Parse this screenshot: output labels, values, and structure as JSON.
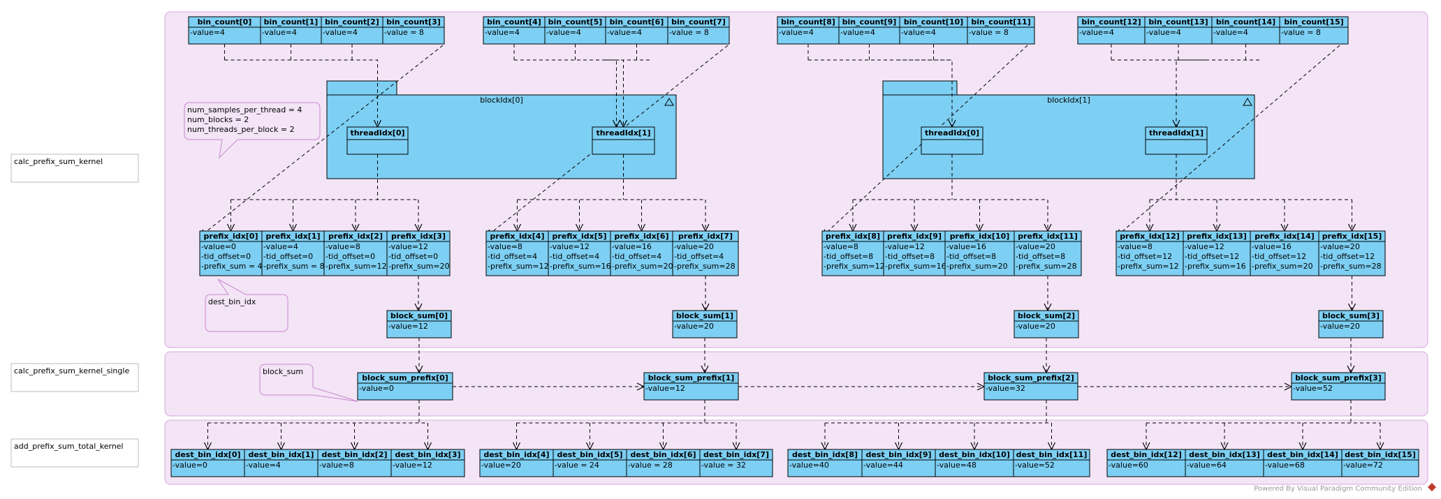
{
  "kernels": {
    "calc": "calc_prefix_sum_kernel",
    "single": "calc_prefix_sum_kernel_single",
    "add": "add_prefix_sum_total_kernel"
  },
  "note_params": [
    "num_samples_per_thread = 4",
    "num_blocks = 2",
    "num_threads_per_block = 2"
  ],
  "note_dest": "dest_bin_idx",
  "note_block_sum": "block_sum",
  "blocks": [
    "blockIdx[0]",
    "blockIdx[1]"
  ],
  "threads": [
    "threadIdx[0]",
    "threadIdx[1]",
    "threadIdx[0]",
    "threadIdx[1]"
  ],
  "bin_count": [
    {
      "name": "bin_count[0]",
      "attrs": [
        "-value=4"
      ]
    },
    {
      "name": "bin_count[1]",
      "attrs": [
        "-value=4"
      ]
    },
    {
      "name": "bin_count[2]",
      "attrs": [
        "-value=4"
      ]
    },
    {
      "name": "bin_count[3]",
      "attrs": [
        "-value = 8"
      ]
    },
    {
      "name": "bin_count[4]",
      "attrs": [
        "-value=4"
      ]
    },
    {
      "name": "bin_count[5]",
      "attrs": [
        "-value=4"
      ]
    },
    {
      "name": "bin_count[6]",
      "attrs": [
        "-value=4"
      ]
    },
    {
      "name": "bin_count[7]",
      "attrs": [
        "-value = 8"
      ]
    },
    {
      "name": "bin_count[8]",
      "attrs": [
        "-value=4"
      ]
    },
    {
      "name": "bin_count[9]",
      "attrs": [
        "-value=4"
      ]
    },
    {
      "name": "bin_count[10]",
      "attrs": [
        "-value=4"
      ]
    },
    {
      "name": "bin_count[11]",
      "attrs": [
        "-value = 8"
      ]
    },
    {
      "name": "bin_count[12]",
      "attrs": [
        "-value=4"
      ]
    },
    {
      "name": "bin_count[13]",
      "attrs": [
        "-value=4"
      ]
    },
    {
      "name": "bin_count[14]",
      "attrs": [
        "-value=4"
      ]
    },
    {
      "name": "bin_count[15]",
      "attrs": [
        "-value = 8"
      ]
    }
  ],
  "prefix_idx": [
    {
      "name": "prefix_idx[0]",
      "attrs": [
        "-value=0",
        "-tid_offset=0",
        "-prefix_sum = 4"
      ]
    },
    {
      "name": "prefix_idx[1]",
      "attrs": [
        "-value=4",
        "-tid_offset=0",
        "-prefix_sum = 8"
      ]
    },
    {
      "name": "prefix_idx[2]",
      "attrs": [
        "-value=8",
        "-tid_offset=0",
        "-prefix_sum=12"
      ]
    },
    {
      "name": "prefix_idx[3]",
      "attrs": [
        "-value=12",
        "-tid_offset=0",
        "-prefix_sum=20"
      ]
    },
    {
      "name": "prefix_idx[4]",
      "attrs": [
        "-value=8",
        "-tid_offset=4",
        "-prefix_sum=12"
      ]
    },
    {
      "name": "prefix_idx[5]",
      "attrs": [
        "-value=12",
        "-tid_offset=4",
        "-prefix_sum=16"
      ]
    },
    {
      "name": "prefix_idx[6]",
      "attrs": [
        "-value=16",
        "-tid_offset=4",
        "-prefix_sum=20"
      ]
    },
    {
      "name": "prefix_idx[7]",
      "attrs": [
        "-value=20",
        "-tid_offset=4",
        "-prefix_sum=28"
      ]
    },
    {
      "name": "prefix_idx[8]",
      "attrs": [
        "-value=8",
        "-tid_offset=8",
        "-prefix_sum=12"
      ]
    },
    {
      "name": "prefix_idx[9]",
      "attrs": [
        "-value=12",
        "-tid_offset=8",
        "-prefix_sum=16"
      ]
    },
    {
      "name": "prefix_idx[10]",
      "attrs": [
        "-value=16",
        "-tid_offset=8",
        "-prefix_sum=20"
      ]
    },
    {
      "name": "prefix_idx[11]",
      "attrs": [
        "-value=20",
        "-tid_offset=8",
        "-prefix_sum=28"
      ]
    },
    {
      "name": "prefix_idx[12]",
      "attrs": [
        "-value=8",
        "-tid_offset=12",
        "-prefix_sum=12"
      ]
    },
    {
      "name": "prefix_idx[13]",
      "attrs": [
        "-value=12",
        "-tid_offset=12",
        "-prefix_sum=16"
      ]
    },
    {
      "name": "prefix_idx[14]",
      "attrs": [
        "-value=16",
        "-tid_offset=12",
        "-prefix_sum=20"
      ]
    },
    {
      "name": "prefix_idx[15]",
      "attrs": [
        "-value=20",
        "-tid_offset=12",
        "-prefix_sum=28"
      ]
    }
  ],
  "block_sum": [
    {
      "name": "block_sum[0]",
      "attrs": [
        "-value=12"
      ]
    },
    {
      "name": "block_sum[1]",
      "attrs": [
        "-value=20"
      ]
    },
    {
      "name": "block_sum[2]",
      "attrs": [
        "-value=20"
      ]
    },
    {
      "name": "block_sum[3]",
      "attrs": [
        "-value=20"
      ]
    }
  ],
  "block_sum_prefix": [
    {
      "name": "block_sum_prefix[0]",
      "attrs": [
        "-value=0"
      ]
    },
    {
      "name": "block_sum_prefix[1]",
      "attrs": [
        "-value=12"
      ]
    },
    {
      "name": "block_sum_prefix[2]",
      "attrs": [
        "-value=32"
      ]
    },
    {
      "name": "block_sum_prefix[3]",
      "attrs": [
        "-value=52"
      ]
    }
  ],
  "dest_bin_idx": [
    {
      "name": "dest_bin_idx[0]",
      "attrs": [
        "-value=0"
      ]
    },
    {
      "name": "dest_bin_idx[1]",
      "attrs": [
        "-value=4"
      ]
    },
    {
      "name": "dest_bin_idx[2]",
      "attrs": [
        "-value=8"
      ]
    },
    {
      "name": "dest_bin_idx[3]",
      "attrs": [
        "-value=12"
      ]
    },
    {
      "name": "dest_bin_idx[4]",
      "attrs": [
        "-value=20"
      ]
    },
    {
      "name": "dest_bin_idx[5]",
      "attrs": [
        "-value = 24"
      ]
    },
    {
      "name": "dest_bin_idx[6]",
      "attrs": [
        "-value = 28"
      ]
    },
    {
      "name": "dest_bin_idx[7]",
      "attrs": [
        "-value = 32"
      ]
    },
    {
      "name": "dest_bin_idx[8]",
      "attrs": [
        "-value=40"
      ]
    },
    {
      "name": "dest_bin_idx[9]",
      "attrs": [
        "-value=44"
      ]
    },
    {
      "name": "dest_bin_idx[10]",
      "attrs": [
        "-value=48"
      ]
    },
    {
      "name": "dest_bin_idx[11]",
      "attrs": [
        "-value=52"
      ]
    },
    {
      "name": "dest_bin_idx[12]",
      "attrs": [
        "-value=60"
      ]
    },
    {
      "name": "dest_bin_idx[13]",
      "attrs": [
        "-value=64"
      ]
    },
    {
      "name": "dest_bin_idx[14]",
      "attrs": [
        "-value=68"
      ]
    },
    {
      "name": "dest_bin_idx[15]",
      "attrs": [
        "-value=72"
      ]
    }
  ],
  "watermark": "Powered By Visual Paradigm Community Edition",
  "colors": {
    "box": "#7dcff3",
    "swimlane": "#f3e4f6",
    "swimlane_border": "#d7a7dd",
    "note_border": "#c989cf",
    "line": "#000000"
  }
}
